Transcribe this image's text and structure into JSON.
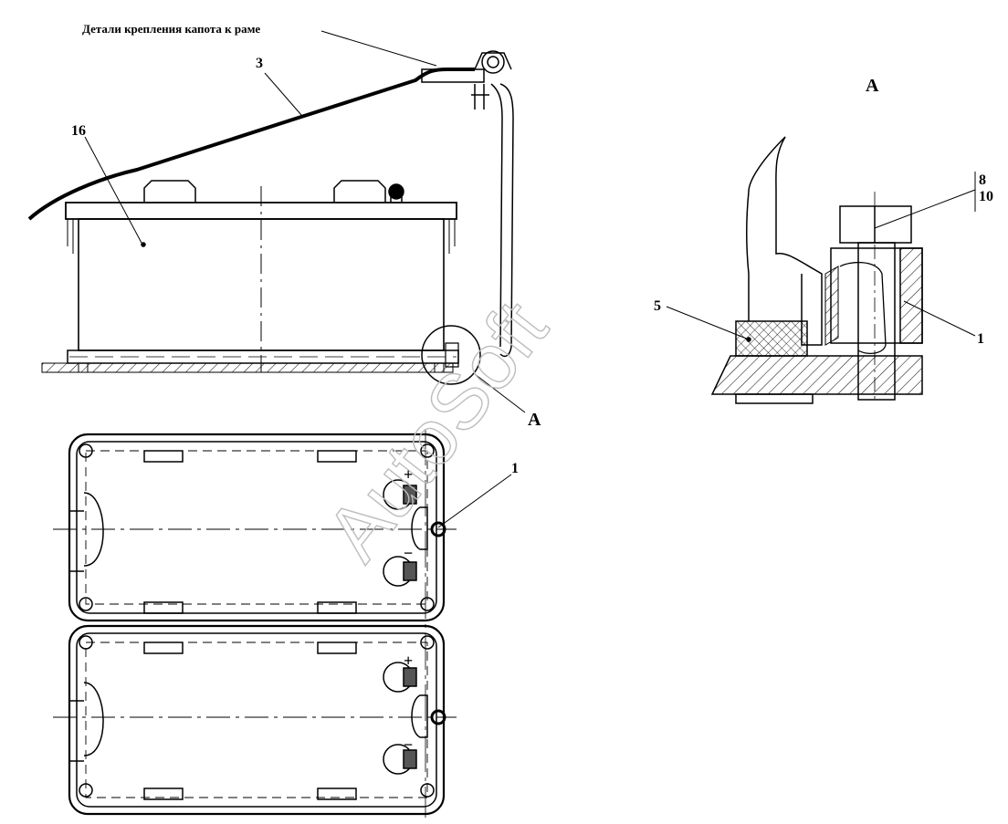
{
  "labels": {
    "caption": "Детали крепления капота к раме",
    "part_3": "3",
    "part_16": "16",
    "part_5": "5",
    "part_1_detail": "1",
    "part_1_plan": "1",
    "part_8": "8",
    "part_10": "10",
    "view_a_top": "А",
    "view_a_ref": "А",
    "plus_top": "+",
    "minus_top": "−",
    "plus_bottom": "+",
    "minus_bottom": "−"
  },
  "watermark": "AutoSoft",
  "colors": {
    "ink": "#000000",
    "watermark": "#bdbdbd"
  }
}
